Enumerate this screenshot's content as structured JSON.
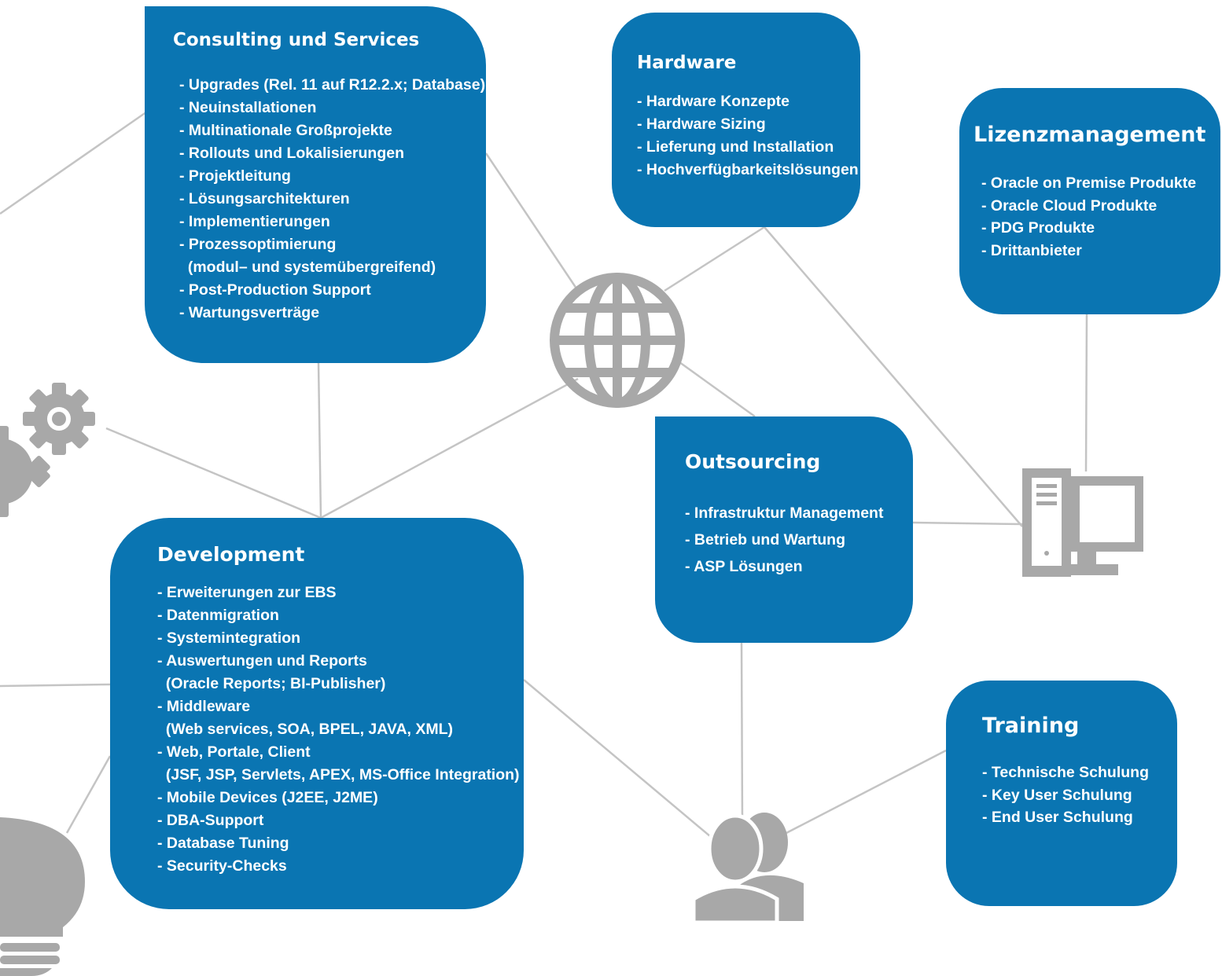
{
  "colors": {
    "box": "#0a75b2",
    "line": "#c4c4c4",
    "icon": "#a8a8a8"
  },
  "boxes": {
    "consulting": {
      "title": "Consulting und Services",
      "items": [
        "- Upgrades (Rel. 11 auf R12.2.x; Database)",
        "- Neuinstallationen",
        "- Multinationale Großprojekte",
        "- Rollouts und Lokalisierungen",
        "- Projektleitung",
        "- Lösungsarchitekturen",
        "- Implementierungen",
        "- Prozessoptimierung",
        "  (modul– und systemübergreifend)",
        "- Post-Production Support",
        "- Wartungsverträge"
      ]
    },
    "hardware": {
      "title": "Hardware",
      "items": [
        "- Hardware Konzepte",
        "- Hardware Sizing",
        "- Lieferung und Installation",
        "- Hochverfügbarkeitslösungen"
      ]
    },
    "lizenz": {
      "title": "Lizenzmanagement",
      "items": [
        "- Oracle on Premise Produkte",
        "- Oracle Cloud Produkte",
        "- PDG Produkte",
        "- Drittanbieter"
      ]
    },
    "outsourcing": {
      "title": "Outsourcing",
      "items": [
        "- Infrastruktur Management",
        "- Betrieb und Wartung",
        "- ASP Lösungen"
      ]
    },
    "development": {
      "title": "Development",
      "items": [
        "- Erweiterungen zur EBS",
        "- Datenmigration",
        "- Systemintegration",
        "- Auswertungen und Reports",
        "  (Oracle Reports; BI-Publisher)",
        "- Middleware",
        "  (Web services, SOA, BPEL, JAVA, XML)",
        "- Web, Portale, Client",
        "  (JSF, JSP, Servlets, APEX, MS-Office Integration)",
        "- Mobile Devices (J2EE, J2ME)",
        "- DBA-Support",
        "- Database Tuning",
        "- Security-Checks"
      ]
    },
    "training": {
      "title": "Training",
      "items": [
        "- Technische Schulung",
        "- Key User Schulung",
        "- End User Schulung"
      ]
    }
  },
  "icons": [
    "globe-icon",
    "gears-icon",
    "computer-icon",
    "users-icon",
    "lightbulb-icon"
  ]
}
